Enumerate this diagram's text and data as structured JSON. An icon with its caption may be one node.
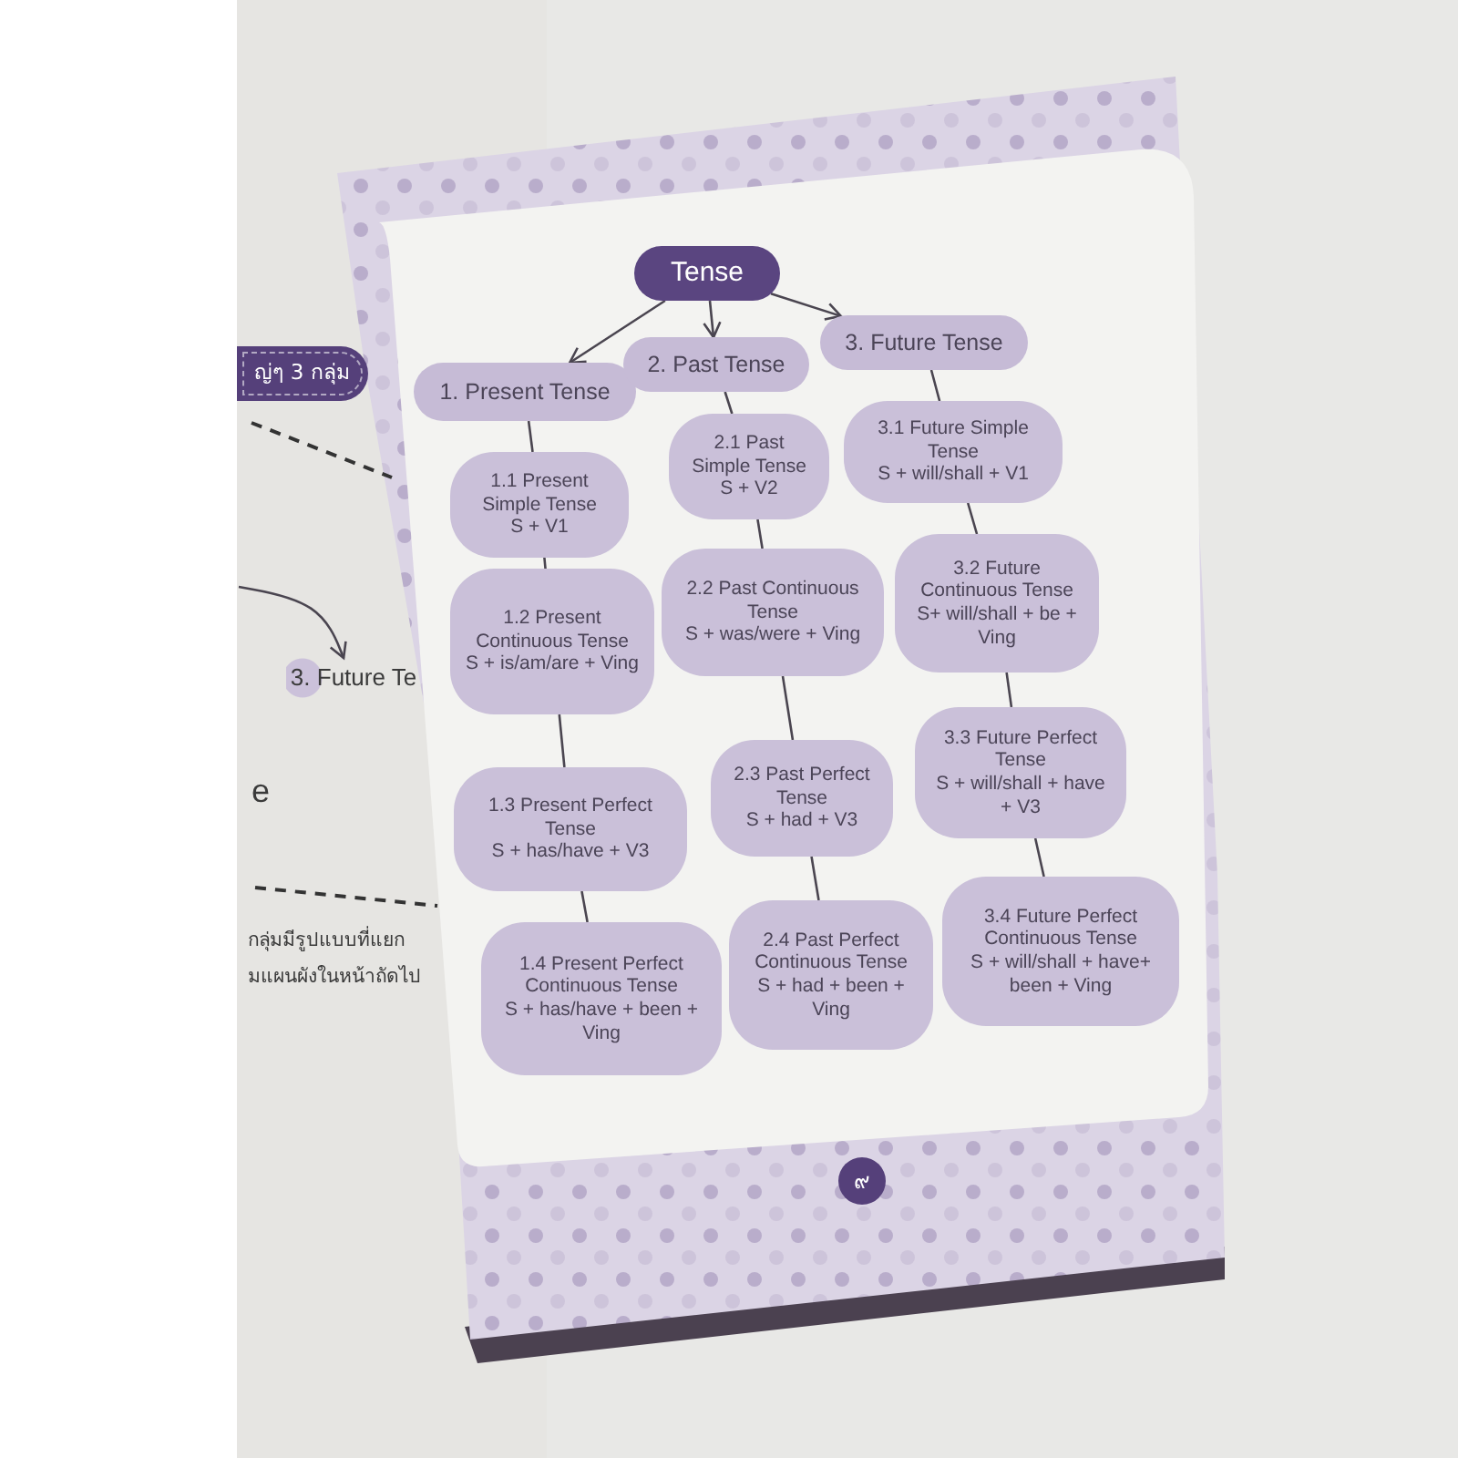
{
  "diagram": {
    "nodes": [
      {
        "text": [
          "Tense"
        ]
      },
      {
        "text": [
          "1. Present Tense"
        ]
      },
      {
        "text": [
          "2. Past Tense"
        ]
      },
      {
        "text": [
          "3. Future Tense"
        ]
      },
      {
        "text": [
          "1.1 Present Simple Tense",
          "S + V1"
        ]
      },
      {
        "text": [
          "1.2 Present Continuous Tense",
          "S + is/am/are + Ving"
        ]
      },
      {
        "text": [
          "1.3 Present Perfect Tense",
          "S + has/have + V3"
        ]
      },
      {
        "text": [
          "1.4 Present Perfect Continuous Tense",
          "S + has/have + been + Ving"
        ]
      },
      {
        "text": [
          "2.1 Past Simple Tense",
          "S + V2"
        ]
      },
      {
        "text": [
          "2.2 Past Continuous Tense",
          "S + was/were + Ving"
        ]
      },
      {
        "text": [
          "2.3 Past Perfect Tense",
          "S + had + V3"
        ]
      },
      {
        "text": [
          "2.4 Past Perfect Continuous Tense",
          "S + had + been + Ving"
        ]
      },
      {
        "text": [
          "3.1 Future Simple Tense",
          "S + will/shall + V1"
        ]
      },
      {
        "text": [
          "3.2 Future Continuous Tense",
          "S+ will/shall + be + Ving"
        ]
      },
      {
        "text": [
          "3.3 Future Perfect Tense",
          "S + will/shall + have + V3"
        ]
      },
      {
        "text": [
          "3.4 Future Perfect Continuous Tense",
          "S + will/shall + have+ been + Ving"
        ]
      },
      {
        "text": [
          "ญ่ๆ 3 กลุ่ม"
        ]
      },
      {
        "text": [
          "3. Future Te"
        ]
      },
      {
        "text": [
          "๙"
        ]
      }
    ],
    "edges": [
      {
        "from": 0,
        "to": 1,
        "arrow": "to"
      },
      {
        "from": 0,
        "to": 2,
        "arrow": "to"
      },
      {
        "from": 0,
        "to": 3,
        "arrow": "to"
      },
      {
        "from": 1,
        "to": 4,
        "arrow": "none"
      },
      {
        "from": 4,
        "to": 5,
        "arrow": "none"
      },
      {
        "from": 5,
        "to": 6,
        "arrow": "none"
      },
      {
        "from": 6,
        "to": 7,
        "arrow": "none"
      },
      {
        "from": 2,
        "to": 8,
        "arrow": "none"
      },
      {
        "from": 8,
        "to": 9,
        "arrow": "none"
      },
      {
        "from": 9,
        "to": 10,
        "arrow": "none"
      },
      {
        "from": 10,
        "to": 11,
        "arrow": "none"
      },
      {
        "from": 3,
        "to": 12,
        "arrow": "none"
      },
      {
        "from": 12,
        "to": 13,
        "arrow": "none"
      },
      {
        "from": 13,
        "to": 14,
        "arrow": "none"
      },
      {
        "from": 14,
        "to": 15,
        "arrow": "none"
      },
      {
        "from": null,
        "to": 17,
        "arrow": "to"
      }
    ],
    "labels": [
      "e",
      "กลุ่มมีรูปแบบที่แยก",
      "มแผนผังในหน้าถัดไป"
    ]
  }
}
